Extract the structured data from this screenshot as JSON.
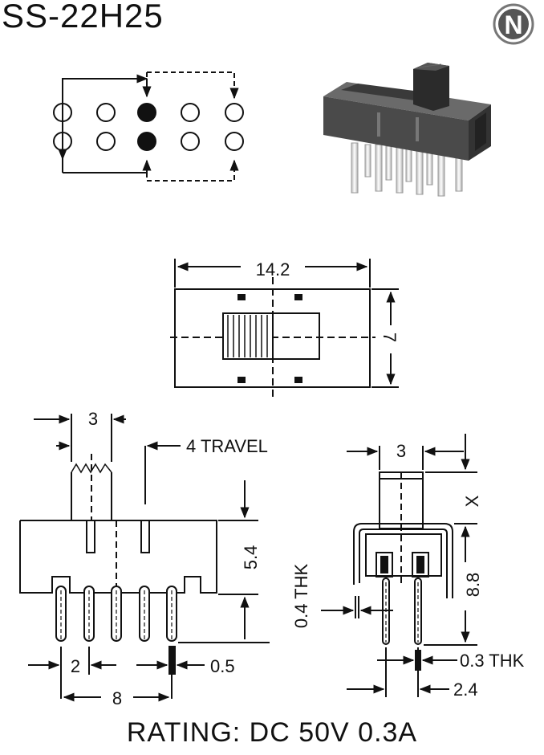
{
  "title": "SS-22H25",
  "logo_letter": "N",
  "rating": "RATING: DC 50V 0.3A",
  "dims": {
    "width": "14.2",
    "height": "7",
    "knob": "3",
    "travel": "4 TRAVEL",
    "body_h": "5.4",
    "pitch": "2",
    "span": "8",
    "pin_w": "0.5",
    "side_knob": "3",
    "x": "X",
    "side_h": "8.8",
    "thk04": "0.4 THK",
    "thk03": "0.3 THK",
    "row": "2.4"
  },
  "colors": {
    "line": "#111111",
    "body": "#4a4a4a"
  }
}
